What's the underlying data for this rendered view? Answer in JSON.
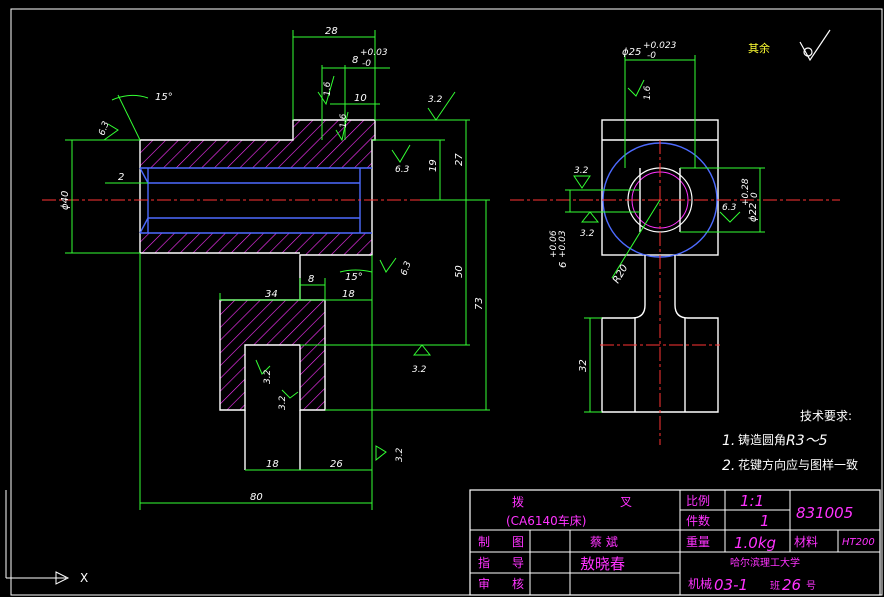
{
  "colors": {
    "background": "#000000",
    "border": "#ffffff",
    "outline": "#ffffff",
    "bore": "#4d6bff",
    "hatch": "#ff33ff",
    "dimension": "#33ff33",
    "center": "#ff3333",
    "titleblock": "#ff33ff"
  },
  "view_front": {
    "dims": {
      "d28": "28",
      "d8_tol_main": "8",
      "d8_tol_up": "+0.03",
      "d8_tol_low": "-0",
      "d10": "10",
      "d2": "2",
      "d19": "19",
      "d27": "27",
      "d50": "50",
      "d73": "73",
      "d40": "ϕ40",
      "d34": "34",
      "d8b": "8",
      "d18a": "18",
      "d18b": "18",
      "d26": "26",
      "d80": "80",
      "a15a": "15°",
      "a15b": "15°"
    },
    "roughness": {
      "r1": "3.2",
      "r2": "1.6",
      "r3": "1.6",
      "r4": "6.3",
      "r5": "6.3",
      "r6": "6.3",
      "r7": "3.2",
      "r8": "3.2",
      "r9": "3.2",
      "r10": "3.2"
    }
  },
  "view_side": {
    "dims": {
      "d25_main": "ϕ25",
      "d25_up": "+0.023",
      "d25_low": "-0",
      "d22_main": "ϕ22",
      "d22_up": "+0.28",
      "d22_low": "0",
      "d6_main": "6",
      "d6_up": "+0.06",
      "d6_low": "+0.03",
      "r20": "R20",
      "d32": "32"
    },
    "roughness": {
      "r1": "1.6",
      "r2": "3.2",
      "r3": "3.2",
      "r4": "6.3"
    }
  },
  "rest_roughness": {
    "label": "其余"
  },
  "requirements": {
    "title": "技术要求:",
    "item1_prefix": "1.",
    "item1_text": "铸造圆角",
    "item1_value": "R3～5",
    "item2_prefix": "2.",
    "item2_text": "花键方向应与图样一致"
  },
  "title_block": {
    "name_a": "拨",
    "name_b": "叉",
    "machine": "(CA6140车床)",
    "scale_label": "比例",
    "scale_value": "1:1",
    "drawing_no": "831005",
    "qty_label": "件数",
    "qty_value": "1",
    "drawn_label_a": "制",
    "drawn_label_b": "图",
    "drawn_name": "蔡 斌",
    "weight_label": "重量",
    "weight_value": "1.0kg",
    "material_label": "材料",
    "material_value": "HT200",
    "guide_label_a": "指",
    "guide_label_b": "导",
    "guide_name": "敖晓春",
    "school": "哈尔滨理工大学",
    "review_label_a": "审",
    "review_label_b": "核",
    "class_prefix": "机械",
    "class_value": "03-1",
    "class_mid": "班",
    "class_num": "26",
    "class_suffix": "号"
  },
  "ucs": {
    "x_label": "X"
  }
}
